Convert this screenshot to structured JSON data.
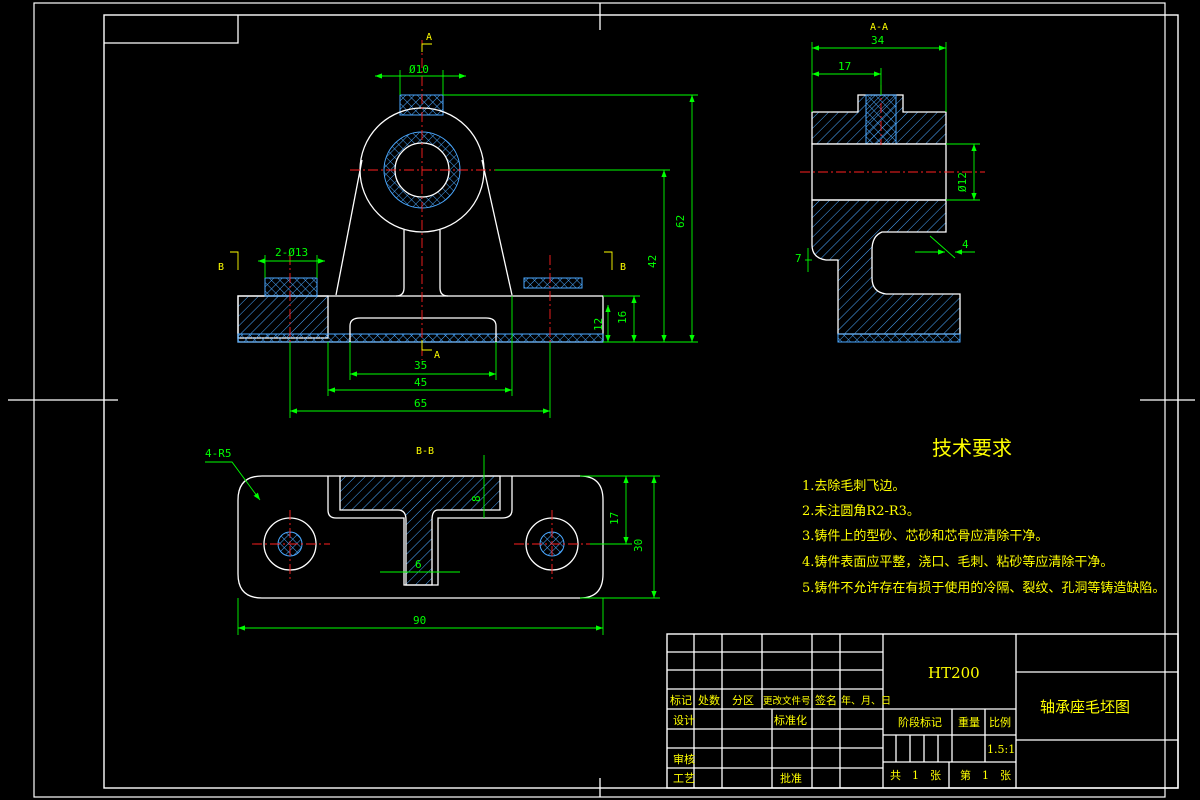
{
  "dims": {
    "phi10": "Ø10",
    "two_phi13": "2-Ø13",
    "d62": "62",
    "d42": "42",
    "d16": "16",
    "d12": "12",
    "d35": "35",
    "d45": "45",
    "d65": "65",
    "d34": "34",
    "d17a": "17",
    "phi12": "Ø12",
    "d4": "4",
    "d7": "7",
    "r5": "4-R5",
    "d17b": "17",
    "d30": "30",
    "d90": "90",
    "d6": "6",
    "d8": "8"
  },
  "sections": {
    "a_top": "A",
    "a_bottom": "A",
    "b_left": "B",
    "b_right": "B",
    "aa": "A-A",
    "bb": "B-B"
  },
  "notes": {
    "title": "技术要求",
    "items": [
      "1.去除毛刺飞边。",
      "2.未注圆角R2-R3。",
      "3.铸件上的型砂、芯砂和芯骨应清除干净。",
      "4.铸件表面应平整，浇口、毛刺、粘砂等应清除干净。",
      "5.铸件不允许存在有损于使用的冷隔、裂纹、孔洞等铸造缺陷。"
    ]
  },
  "title_block": {
    "material": "HT200",
    "drawing_name": "轴承座毛坯图",
    "row_labels": [
      "标记",
      "处数",
      "分区",
      "更改文件号",
      "签名",
      "年、月、日"
    ],
    "design": "设计",
    "standardization": "标准化",
    "review": "审核",
    "process": "工艺",
    "approve": "批准",
    "stage_mark": "阶段标记",
    "weight": "重量",
    "scale_label": "比例",
    "scale_value": "1.5:1",
    "sheet_total_pre": "共",
    "sheet_total": "1",
    "sheet_unit_a": "张",
    "sheet_no_pre": "第",
    "sheet_no": "1",
    "sheet_unit_b": "张"
  }
}
